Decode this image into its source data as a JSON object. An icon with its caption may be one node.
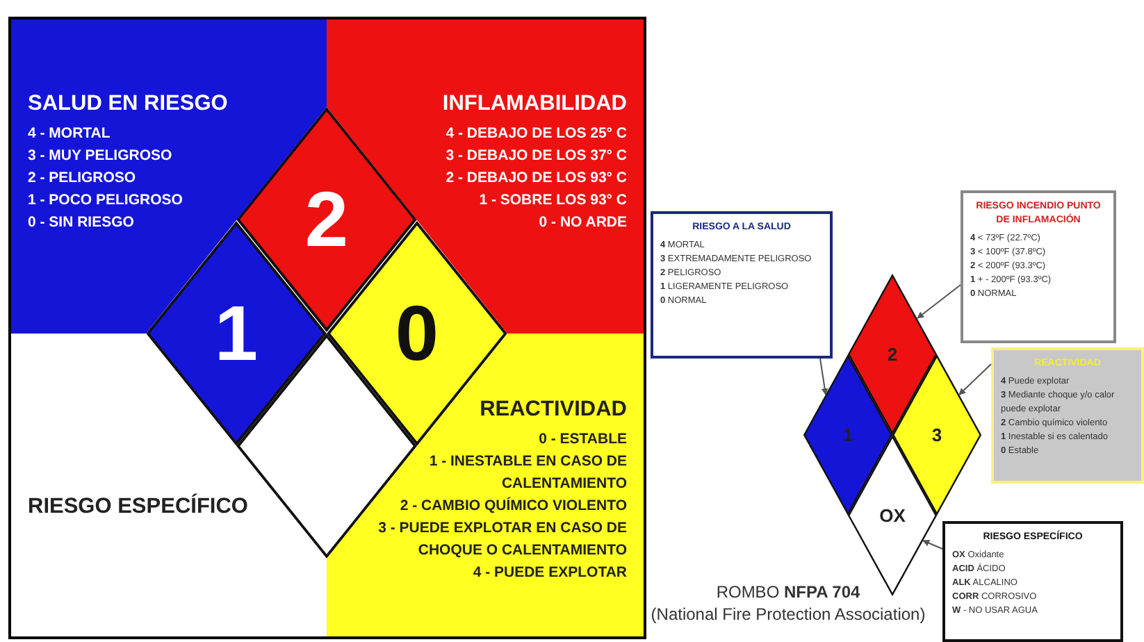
{
  "diagram": {
    "nodes": [
      {
        "text": [
          "SALUD EN RIESGO",
          "4 - MORTAL",
          "3 - MUY PELIGROSO",
          "2 - PELIGROSO",
          "1 - POCO PELIGROSO",
          "0 - SIN RIESGO"
        ]
      },
      {
        "text": [
          "INFLAMABILIDAD",
          "4 - DEBAJO DE LOS 25° C",
          "3 - DEBAJO DE LOS 37° C",
          "2 - DEBAJO DE LOS 93° C",
          "1 - SOBRE LOS 93° C",
          "0 - NO ARDE"
        ]
      },
      {
        "text": [
          "RIESGO ESPECÍFICO"
        ]
      },
      {
        "text": [
          "REACTIVIDAD",
          "0 - ESTABLE",
          "1 - INESTABLE EN CASO DE CALENTAMIENTO",
          "2 - CAMBIO QUÍMICO VIOLENTO",
          "3 - PUEDE EXPLOTAR EN CASO DE CHOQUE O CALENTAMIENTO",
          "4 - PUEDE EXPLOTAR"
        ]
      },
      {
        "text": [
          "2"
        ]
      },
      {
        "text": [
          "1"
        ]
      },
      {
        "text": [
          "0"
        ]
      },
      {
        "text": [],
        "shape": "diamond"
      },
      {
        "text": [
          "RIESGO A LA SALUD",
          "**4** MORTAL",
          "**3** EXTREMADAMENTE PELIGROSO",
          "**2** PELIGROSO",
          "**1** LIGERAMENTE PELIGROSO",
          "**0** NORMAL"
        ]
      },
      {
        "text": [
          "RIESGO INCENDIO PUNTO DE INFLAMACIÓN",
          "**4** < 73ºF (22.7ºC)",
          "**3** < 100ºF (37.8ºC)",
          "**2** < 200ºF (93.3ºC)",
          "**1** + - 200ºF (93.3ºC)",
          "**0** NORMAL"
        ]
      },
      {
        "text": [
          "2"
        ]
      },
      {
        "text": [
          "1"
        ]
      },
      {
        "text": [
          "3"
        ]
      },
      {
        "text": [
          "REACTIVIDAD",
          "**4** Puede explotar",
          "**3** Mediante choque y/o calor puede explotar",
          "**2** Cambio químico violento",
          "**1** Inestable si es calentado",
          "**0** Estable"
        ]
      },
      {
        "text": [
          "OX"
        ]
      },
      {
        "text": [
          "RIESGO ESPECÍFICO",
          "**OX** Oxidante",
          "**ACID** ÁCIDO",
          "**ALK** ALCALINO",
          "**CORR** CORROSIVO",
          "**W** - NO USAR AGUA"
        ]
      }
    ],
    "edges": [
      {
        "from": 8,
        "to": 11,
        "arrow": "to"
      },
      {
        "from": 9,
        "to": 10,
        "arrow": "to"
      },
      {
        "from": 13,
        "to": 12,
        "arrow": "to"
      },
      {
        "from": 15,
        "to": 14,
        "arrow": "to"
      }
    ],
    "labels": [
      "ROMBO **NFPA 704**",
      "(National Fire Protection Association)"
    ]
  }
}
